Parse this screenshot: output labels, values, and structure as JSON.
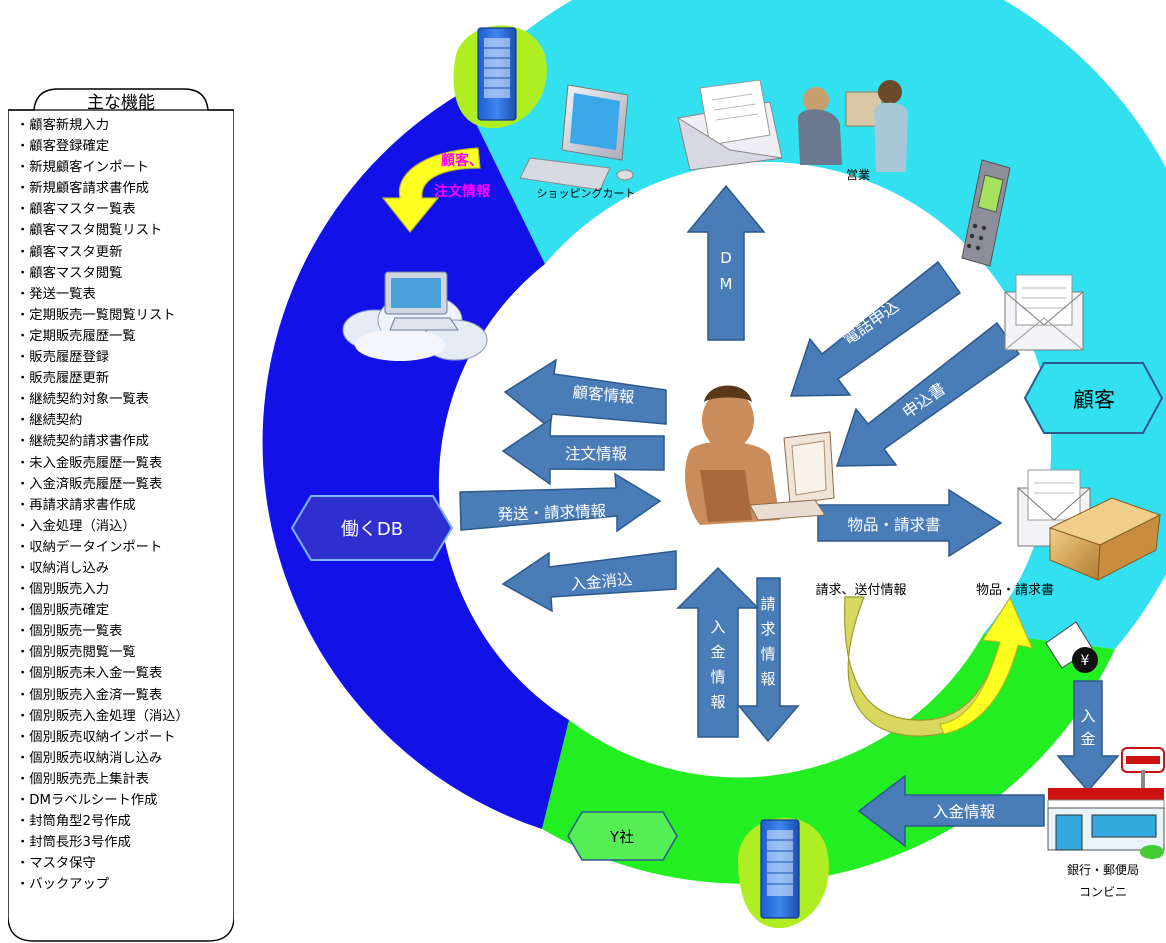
{
  "functions_panel": {
    "title": "主な機能",
    "items": [
      "・顧客新規入力",
      "・顧客登録確定",
      "・新規顧客インポート",
      "・新規顧客請求書作成",
      "・顧客マスター覧表",
      "・顧客マスタ閲覧リスト",
      "・顧客マスタ更新",
      "・顧客マスタ閲覧",
      "・発送一覧表",
      "・定期販売一覧閲覧リスト",
      "・定期販売履歴一覧",
      "・販売履歴登録",
      "・販売履歴更新",
      "・継続契約対象一覧表",
      "・継続契約",
      "・継続契約請求書作成",
      "・未入金販売履歴一覧表",
      "・入金済販売履歴一覧表",
      "・再請求請求書作成",
      "・入金処理（消込）",
      "・収納データインポート",
      "・収納消し込み",
      "・個別販売入力",
      "・個別販売確定",
      "・個別販売一覧表",
      "・個別販売閲覧一覧",
      "・個別販売未入金一覧表",
      "・個別販売入金済一覧表",
      "・個別販売入金処理（消込）",
      "・個別販売収納インポート",
      "・個別販売収納消し込み",
      "・個別販売売上集計表",
      "・DMラベルシート作成",
      "・封筒角型2号作成",
      "・封筒長形3号作成",
      "・マスタ保守",
      "・バックアップ"
    ]
  },
  "ring_labels": {
    "work_db": "働くDB",
    "customer": "顧客",
    "y_company": "Y社"
  },
  "arrows": {
    "dm": [
      "D",
      "M"
    ],
    "phone_order": "電話申込",
    "application_form": "申込書",
    "customer_info": "顧客情報",
    "order_info": "注文情報",
    "shipping_billing_info": "発送・請求情報",
    "payment_clearing": "入金消込",
    "goods_invoice": "物品・請求書",
    "payment_info_vertical": [
      "入",
      "金",
      "情",
      "報"
    ],
    "billing_info_vertical": [
      "請",
      "求",
      "情",
      "報"
    ],
    "payment_vertical": [
      "入",
      "金"
    ],
    "payment_info": "入金情報"
  },
  "captions": {
    "customer_order_info": [
      "顧客、",
      "注文情報"
    ],
    "shopping_cart": "ショッピングカート",
    "sales": "営業",
    "billing_sending_info": "請求、送付情報",
    "goods_invoice_caption": "物品・請求書",
    "bank_post_office": "銀行・郵便局",
    "convenience_store": "コンビニ"
  },
  "colors": {
    "ring_cyan": "#33E0F0",
    "ring_blue": "#1212E8",
    "ring_green": "#22EE22",
    "arrow_fill": "#4A7DB8",
    "arrow_stroke": "#2D5A8A",
    "hex_blue": "#2F2FD0",
    "hex_cyan": "#33E0F0",
    "hex_green": "#55EE55",
    "yellow_arrow": "#FFFF22",
    "olive_arrow": "#D8D860",
    "magenta_text": "#FF00FF",
    "lime_blob": "#AEEE22"
  }
}
